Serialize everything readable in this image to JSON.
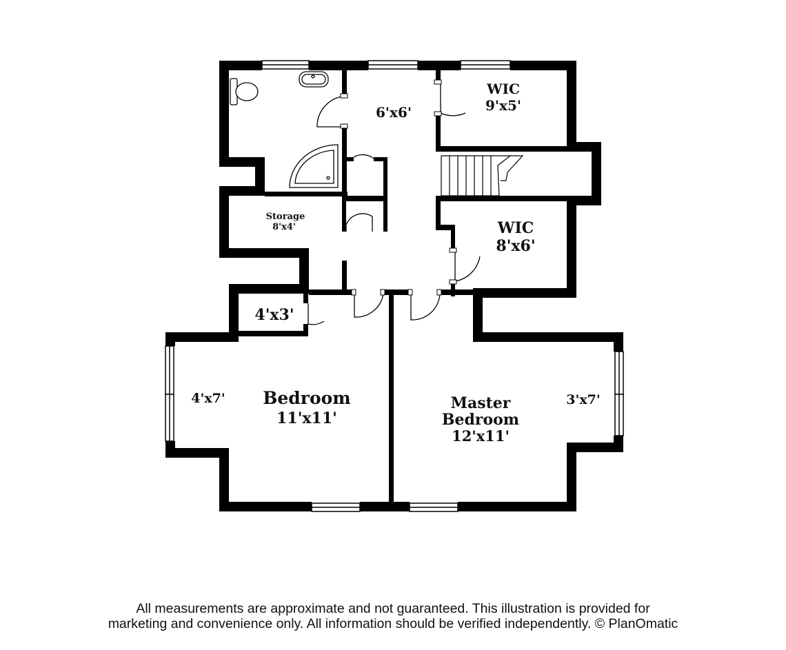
{
  "rooms": {
    "hall_6x6": "6'x6'",
    "wic_top": {
      "name": "WIC",
      "size": "9'x5'"
    },
    "storage": {
      "name": "Storage",
      "size": "8'x4'"
    },
    "wic_mid": {
      "name": "WIC",
      "size": "8'x6'"
    },
    "closet_4x3": "4'x3'",
    "bedroom": {
      "name": "Bedroom",
      "size": "11'x11'",
      "bay": "4'x7'"
    },
    "master": {
      "name_line1": "Master",
      "name_line2": "Bedroom",
      "size": "12'x11'",
      "bay": "3'x7'"
    }
  },
  "disclaimer": {
    "line1": "All measurements are approximate and not guaranteed. This illustration is provided for",
    "line2": "marketing and convenience only. All information should be verified independently. © PlanOmatic"
  },
  "colors": {
    "wall": "#000000",
    "background": "#ffffff"
  }
}
